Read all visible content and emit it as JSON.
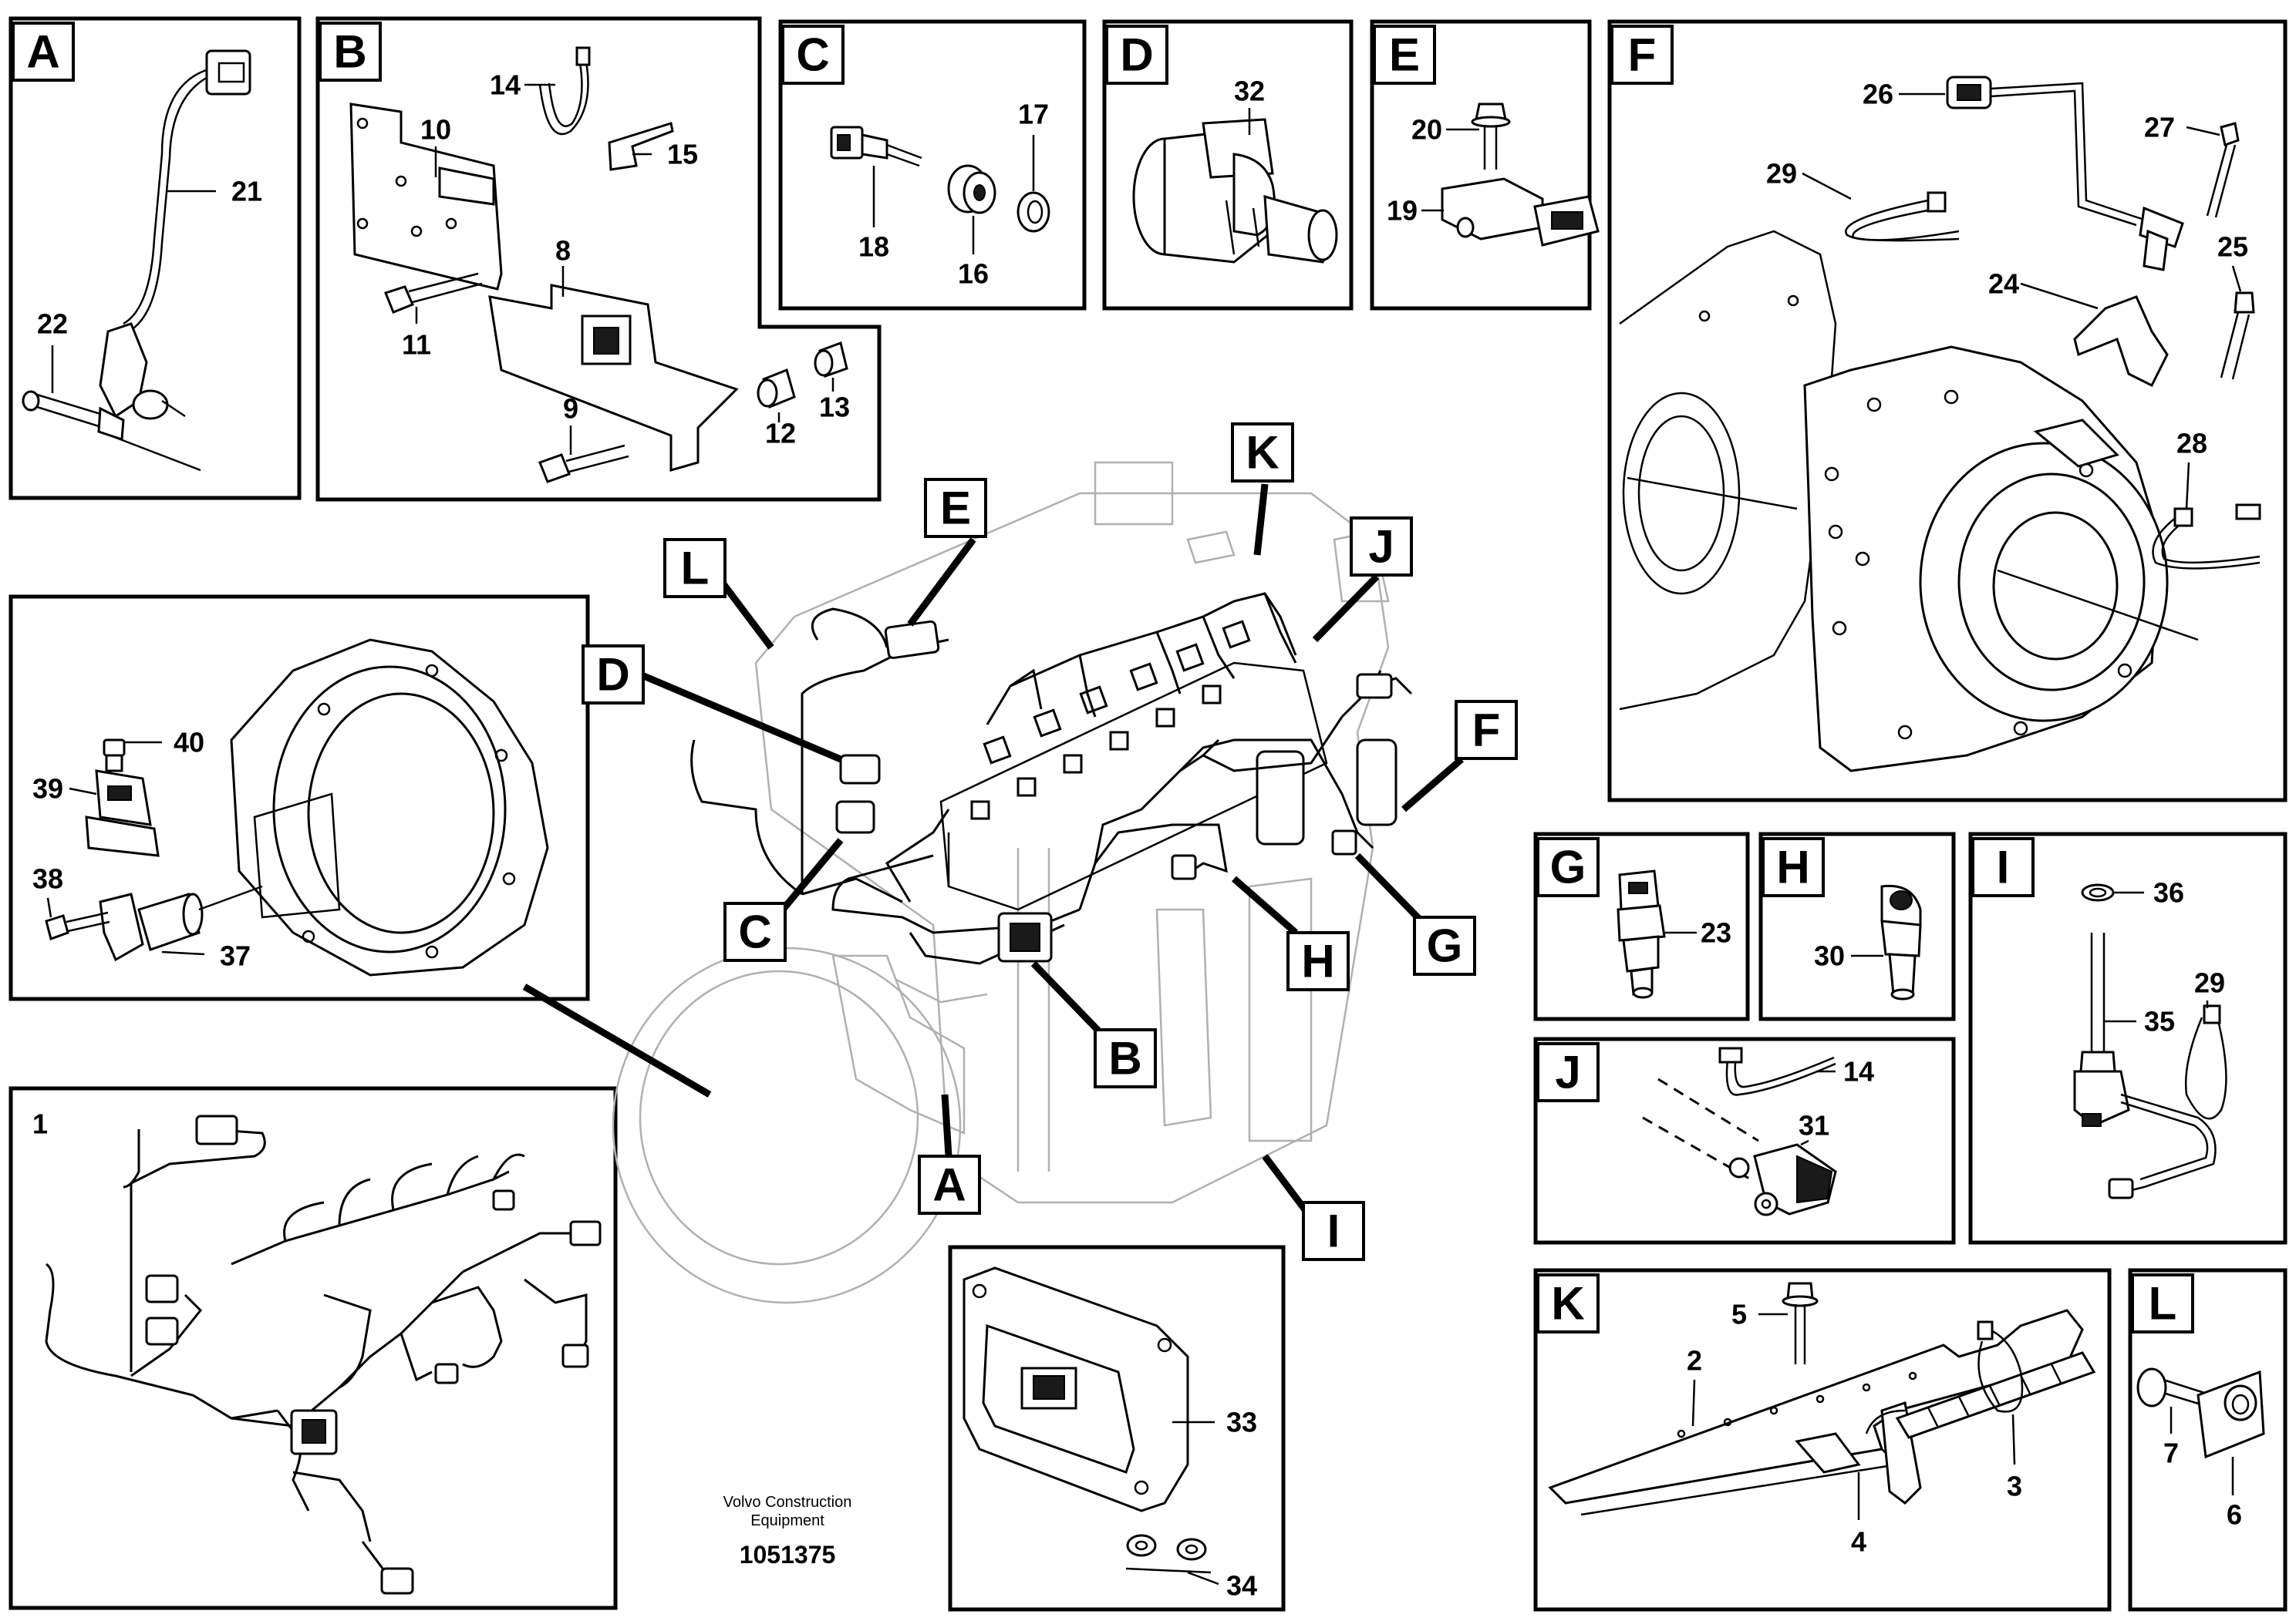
{
  "footer": {
    "publisher": "Volvo Construction",
    "publisher2": "Equipment",
    "figure_number": "1051375"
  },
  "panels": {
    "A": {
      "letter": "A",
      "parts": [
        "21",
        "22"
      ]
    },
    "B": {
      "letter": "B",
      "parts": [
        "14",
        "15",
        "10",
        "8",
        "11",
        "9",
        "12",
        "13"
      ]
    },
    "C": {
      "letter": "C",
      "parts": [
        "17",
        "18",
        "16"
      ]
    },
    "D": {
      "letter": "D",
      "parts": [
        "32"
      ]
    },
    "E": {
      "letter": "E",
      "parts": [
        "20",
        "19"
      ]
    },
    "F": {
      "letter": "F",
      "parts": [
        "26",
        "27",
        "29",
        "24",
        "25",
        "28"
      ]
    },
    "G": {
      "letter": "G",
      "parts": [
        "23"
      ]
    },
    "H": {
      "letter": "H",
      "parts": [
        "30"
      ]
    },
    "I": {
      "letter": "I",
      "parts": [
        "36",
        "35",
        "29"
      ]
    },
    "J": {
      "letter": "J",
      "parts": [
        "14",
        "31"
      ]
    },
    "K": {
      "letter": "K",
      "parts": [
        "5",
        "2",
        "3",
        "4"
      ]
    },
    "L": {
      "letter": "L",
      "parts": [
        "7",
        "6"
      ]
    },
    "flywheel": {
      "parts": [
        "40",
        "39",
        "38",
        "37"
      ]
    },
    "harness": {
      "parts": [
        "1"
      ]
    },
    "ecu": {
      "parts": [
        "33",
        "34"
      ]
    }
  },
  "engine_callouts": [
    "L",
    "E",
    "K",
    "J",
    "D",
    "F",
    "C",
    "H",
    "G",
    "B",
    "A",
    "I"
  ]
}
